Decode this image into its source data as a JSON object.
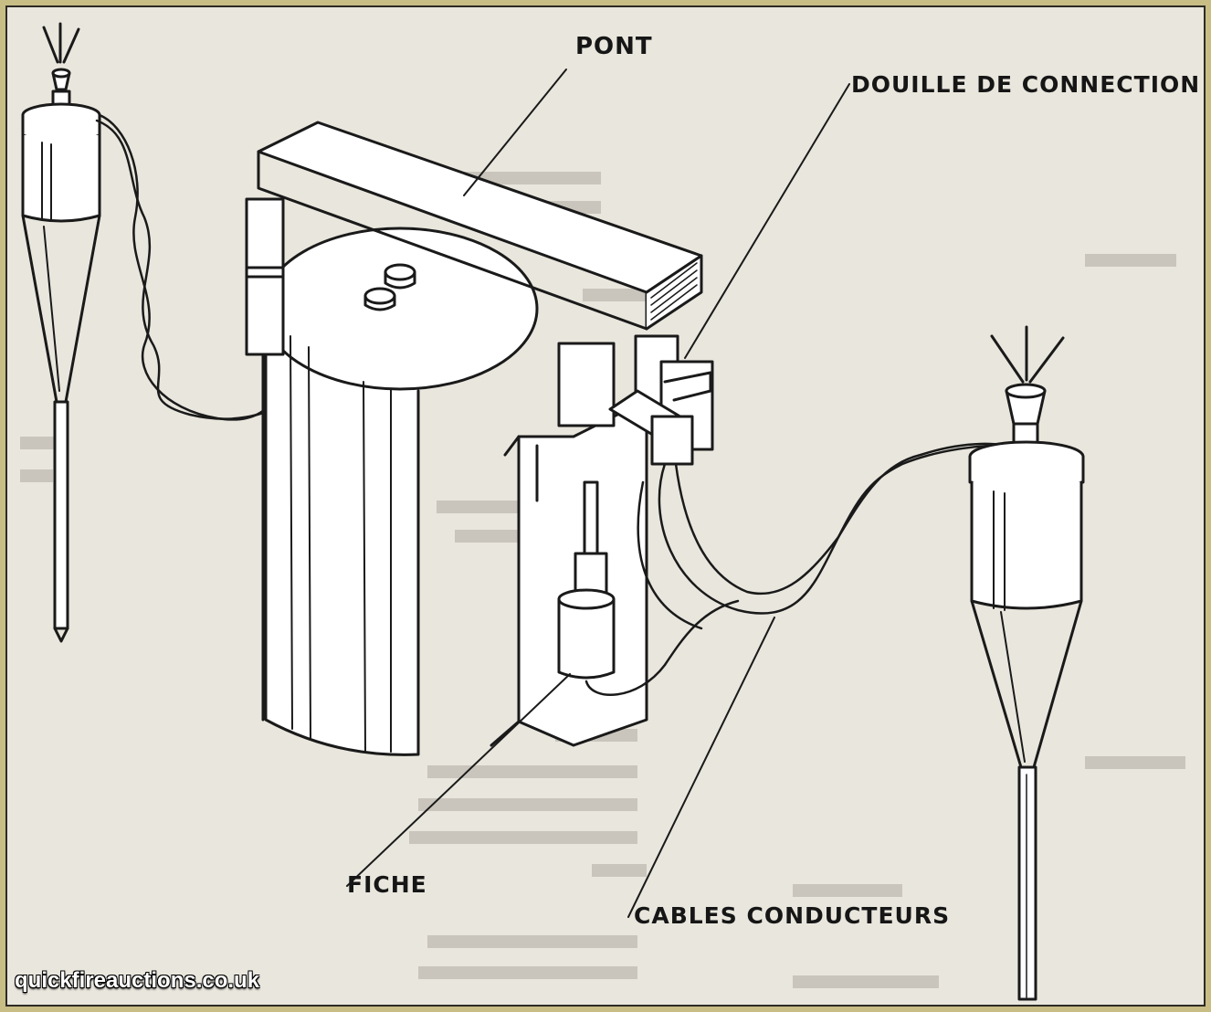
{
  "labels": {
    "pont": "PONT",
    "douille": "DOUILLE DE CONNECTION",
    "fiche": "FICHE",
    "cables": "CABLES CONDUCTEURS"
  },
  "watermark": "quickfireauctions.co.uk",
  "colors": {
    "page": "#e9e6dd",
    "frame_outer": "#c9bd86",
    "ink": "#1a1a1a",
    "faded_text": "#b7b3aa"
  }
}
